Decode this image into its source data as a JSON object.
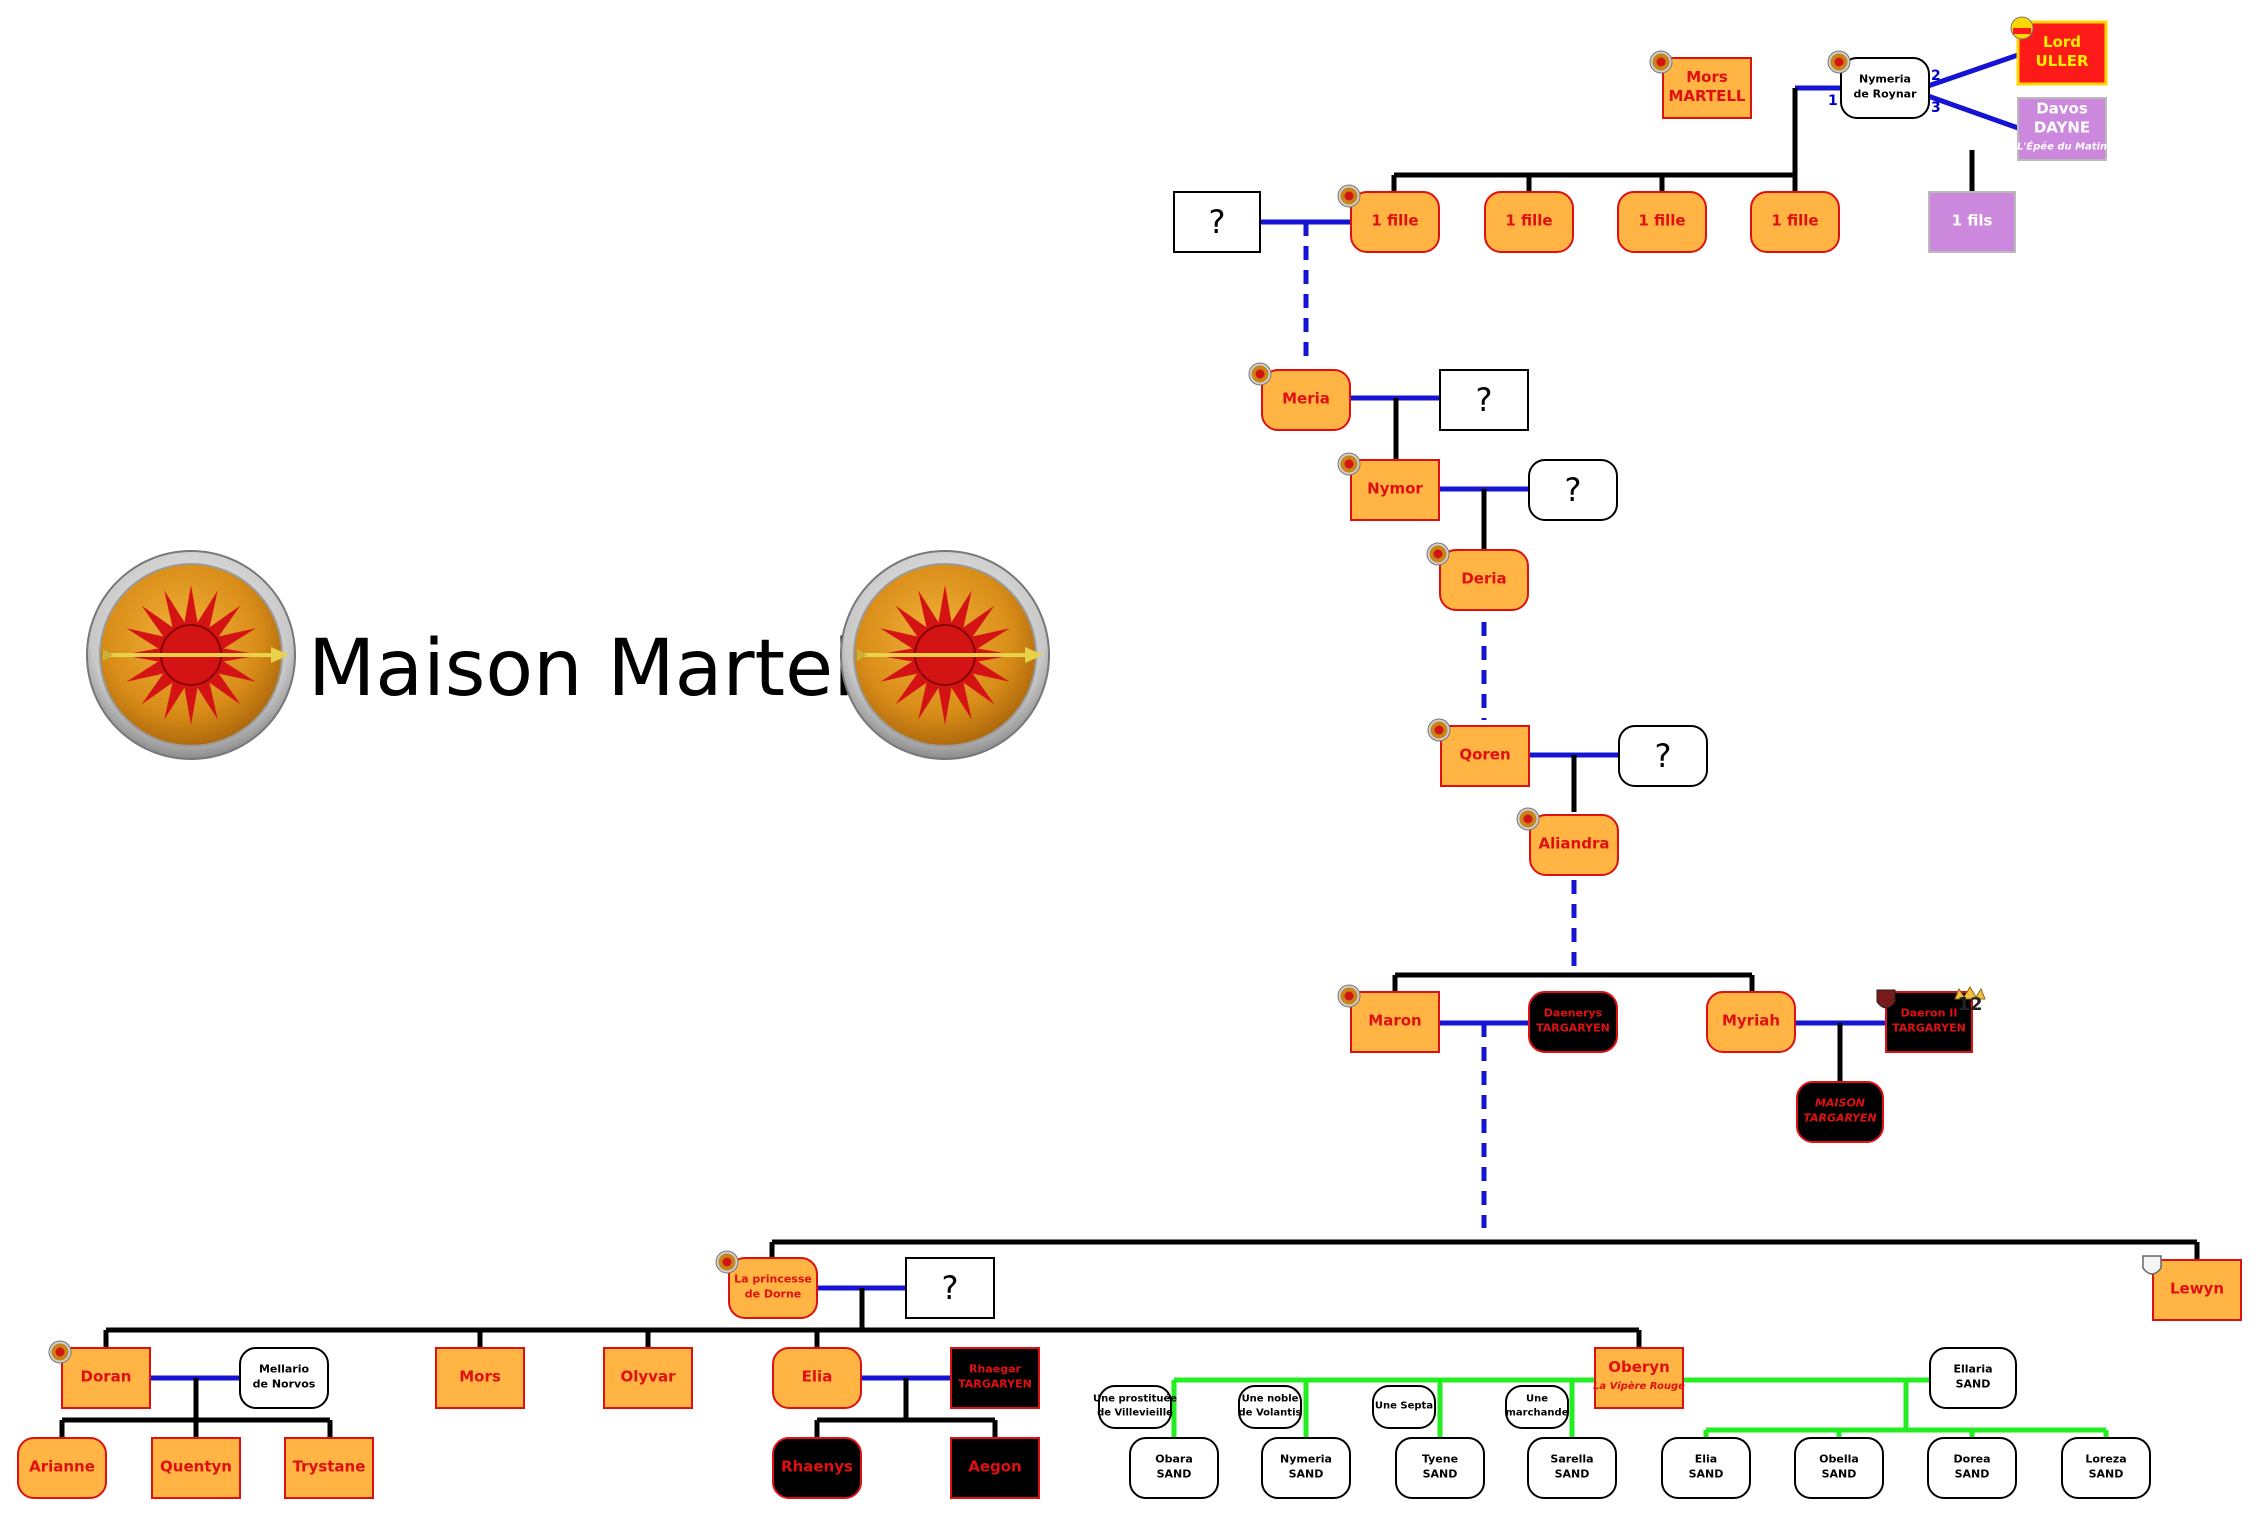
{
  "title": "Maison Martell",
  "colors": {
    "martell_fill": "#ffb444",
    "martell_stroke": "#dd1111",
    "red_text": "#e01010",
    "targaryen_fill": "#000000",
    "sand_fill": "#ffffff",
    "uller_fill": "#ff1a1a",
    "uller_stroke": "#ffd700",
    "dayne_fill": "#cc88dd",
    "blue_line": "#1414d2",
    "green_line": "#22ee22"
  },
  "icons": [
    "martell-sun-shield-icon",
    "crowned-shield-icon",
    "targaryen-shield-icon",
    "white-shield-icon",
    "uller-shield-icon"
  ],
  "marriage_marks": [
    "1",
    "2",
    "3"
  ],
  "crown_number": "12",
  "nodes": {
    "mors_martell": "Mors\nMARTELL",
    "nymeria": "Nymeria\nde Roynar",
    "lord_uller": "Lord\nULLER",
    "davos_dayne": "Davos\nDAYNE",
    "davos_epithet": "L'Épée du Matin",
    "fils": "1 fils",
    "fille1": "1 fille",
    "fille2": "1 fille",
    "fille3": "1 fille",
    "fille4": "1 fille",
    "unknown1": "?",
    "meria": "Meria",
    "unknown2": "?",
    "nymor": "Nymor",
    "unknown3": "?",
    "deria": "Deria",
    "qoren": "Qoren",
    "unknown4": "?",
    "aliandra": "Aliandra",
    "maron": "Maron",
    "daenerys": "Daenerys\nTARGARYEN",
    "myriah": "Myriah",
    "daeron": "Daeron II\nTARGARYEN",
    "maison_targaryen": "MAISON\nTARGARYEN",
    "princesse": "La princesse\nde Dorne",
    "unknown5": "?",
    "lewyn": "Lewyn",
    "doran": "Doran",
    "mellario": "Mellario\nde Norvos",
    "mors": "Mors",
    "olyvar": "Olyvar",
    "elia": "Elia",
    "rhaegar": "Rhaegar\nTARGARYEN",
    "oberyn": "Oberyn",
    "oberyn_epithet": "La Vipère Rouge",
    "ellaria": "Ellaria\nSAND",
    "arianne": "Arianne",
    "quentyn": "Quentyn",
    "trystane": "Trystane",
    "rhaenys": "Rhaenys",
    "aegon": "Aegon",
    "mother_obara": "Une prostituée\nde Villevieille",
    "mother_nymeria": "Une noble\nde Volantis",
    "mother_tyene": "Une Septa",
    "mother_sarella": "Une\nmarchande",
    "obara": "Obara\nSAND",
    "nymeria_sand": "Nymeria\nSAND",
    "tyene": "Tyene\nSAND",
    "sarella": "Sarella\nSAND",
    "elia_sand": "Elia\nSAND",
    "obella": "Obella\nSAND",
    "dorea": "Dorea\nSAND",
    "loreza": "Loreza\nSAND"
  }
}
